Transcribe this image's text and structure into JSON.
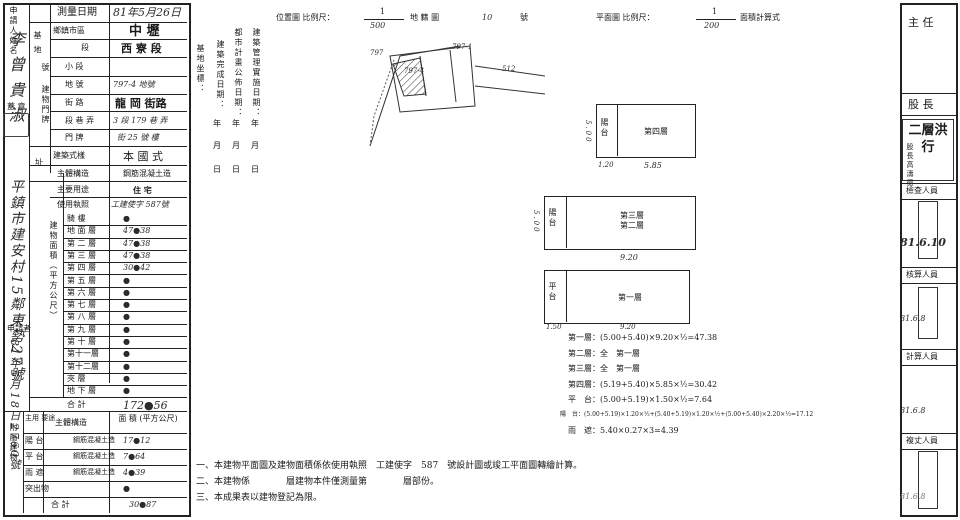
{
  "left_form": {
    "applicant_hdr": "申請人姓名",
    "survey_date_label": "測量日期",
    "survey_date_value": "81年5月26日",
    "township_label": "鄉鎮市區",
    "township_value": "中 壢",
    "section_label": "段",
    "section_value": "西 寮 段",
    "subsection_label": "小 段",
    "lot_label": "地 號",
    "lot_value": "797-4 地號",
    "road_label": "街 路",
    "road_value": "龍 岡 街路",
    "lane_label": "段 巷 弄",
    "lane_value": "3 段 179 巷 弄",
    "door_label": "門 牌",
    "door_value": "街 25 號 樓",
    "style_label": "建築式樣",
    "style_value": "本 國 式",
    "structure_label": "主體構造",
    "structure_value": "鋼筋混凝土造",
    "use_label": "主要用途",
    "use_value": "住 宅",
    "permit_label": "使用執照",
    "permit_value": "工建使字 587號",
    "base_label": "基 地",
    "number_label": "號",
    "building_label": "建物門牌",
    "seal_label": "蓋 章",
    "address_label": "址",
    "applicant_name_hw": "李 曾 貴 淑",
    "address_hw": "平鎮市建安村15鄰東勢27號",
    "floors_group_label": "建物面積（平方公尺）",
    "floors": [
      {
        "label": "騎 樓",
        "value": "●"
      },
      {
        "label": "地 面 層",
        "value": "47●38"
      },
      {
        "label": "第 二 層",
        "value": "47●38"
      },
      {
        "label": "第 三 層",
        "value": "47●38"
      },
      {
        "label": "第 四 層",
        "value": "30●42"
      },
      {
        "label": "第 五 層",
        "value": "●"
      },
      {
        "label": "第 六 層",
        "value": "●"
      },
      {
        "label": "第 七 層",
        "value": "●"
      },
      {
        "label": "第 八 層",
        "value": "●"
      },
      {
        "label": "第 九 層",
        "value": "●"
      },
      {
        "label": "第 十 層",
        "value": "●"
      },
      {
        "label": "第十一層",
        "value": "●"
      },
      {
        "label": "第十二層",
        "value": "●"
      },
      {
        "label": "夾 層",
        "value": "●"
      },
      {
        "label": "地 下 層",
        "value": "●"
      }
    ],
    "total_label": "合 計",
    "total_value": "172●56",
    "date_hw": "81年5月18日2760號",
    "applicant_short": "申請者",
    "attach_hdr": "附屬建物",
    "attach_use_hdr": "主用 要途",
    "attach_struct_hdr": "主體構造",
    "attach_area_hdr": "面 積 (平方公尺)",
    "attachments": [
      {
        "use": "陽 台",
        "struct": "鋼筋混凝土造",
        "area": "17●12"
      },
      {
        "use": "平 台",
        "struct": "鋼筋混凝土造",
        "area": "7●64"
      },
      {
        "use": "雨 遮",
        "struct": "鋼筋混凝土造",
        "area": "4●39"
      },
      {
        "use": "突出物",
        "struct": "",
        "area": "●"
      }
    ],
    "attach_total_label": "合 計",
    "attach_total_value": "30●87"
  },
  "middle": {
    "location_label": "位置圖 比例尺：",
    "location_scale_num": "1",
    "location_scale_den": "500",
    "map_label": "地 籍 圖",
    "map_no": "10",
    "map_no_suffix": "號",
    "parcels": [
      "797",
      "797-4",
      "797-1",
      "512"
    ],
    "meta_labels": [
      "建築管理實施日期：",
      "都市計畫公佈日期：",
      "建築完成日期：",
      "基地坐標："
    ],
    "meta_ymd": [
      "年",
      "月",
      "日"
    ]
  },
  "plan": {
    "header_label": "平面圖 比例尺：",
    "scale_num": "1",
    "scale_den": "200",
    "calc_label": "面積計算式",
    "floor4_label": "第四層",
    "floor4_side": "陽台",
    "floor4_dim": "5.85",
    "floor4_side_dim": "1.20",
    "floor4_height": "5.00",
    "floor23_label_a": "第三層",
    "floor23_label_b": "第二層",
    "floor23_side": "陽台",
    "floor23_dim": "9.20",
    "floor23_height": "5.00",
    "floor1_label": "第一層",
    "floor1_side": "平台",
    "floor1_dim": "9.20",
    "floor1_side_dim": "1.50",
    "calc_lines": [
      "第一層：(5.00+5.40)×9.20×½=47.38",
      "第二層：全　第一層",
      "第三層：全　第一層",
      "第四層：(5.19+5.40)×5.85×½=30.42",
      "平　台：(5.00+5.19)×1.50×½=7.64",
      "陽　台：(5.00+5.19)×1.20×½+(5.40+5.19)×1.20×½+(5.00+5.40)×2.20×½=17.12",
      "雨　遮：5.40×0.27×3=4.39"
    ],
    "notes": [
      "一、本建物平面圖及建物面積係依使用執照　工建使字　587　號設計圖或竣工平面圖轉繪計算。",
      "二、本建物係　　　　層建物本件僅測量第　　　　層部份。",
      "三、本成果表以建物登記為限。"
    ]
  },
  "right_panel": {
    "chief_label": "主 任",
    "section_chief_label": "股 長",
    "stamp_main": "二層洪行",
    "checker_label": "檢查人員",
    "checker_stamp": "股長高濤德",
    "date1": "81.6.10",
    "reviewer_label": "核算人員",
    "date2": "81.6.8",
    "calc_label": "計算人員",
    "date3": "81.6.8",
    "surveyor_label": "複丈人員",
    "date4": "81.6.8"
  }
}
